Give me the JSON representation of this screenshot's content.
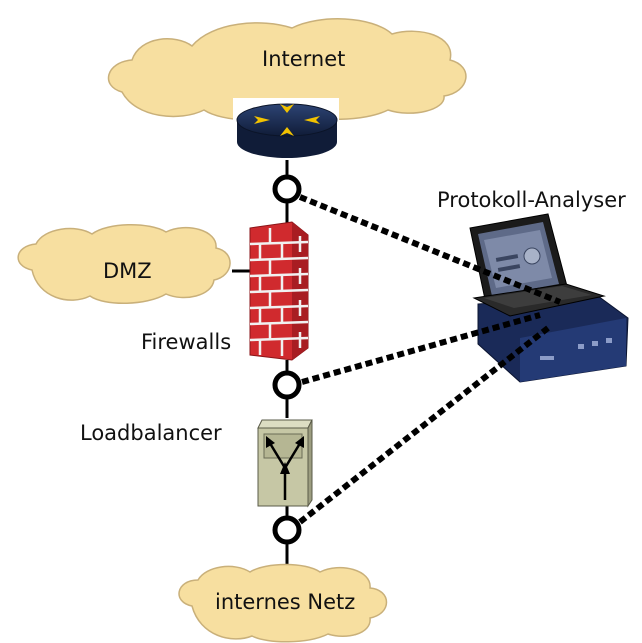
{
  "diagram": {
    "labels": {
      "internet": "Internet",
      "dmz": "DMZ",
      "firewalls": "Firewalls",
      "loadbalancer": "Loadbalancer",
      "internal_network": "internes Netz",
      "protocol_analyzer": "Protokoll-Analyser"
    },
    "nodes": [
      {
        "id": "internet-cloud",
        "type": "cloud"
      },
      {
        "id": "router",
        "type": "router-icon"
      },
      {
        "id": "tap-1",
        "type": "tap"
      },
      {
        "id": "dmz-cloud",
        "type": "cloud"
      },
      {
        "id": "firewall",
        "type": "brick-firewall-icon"
      },
      {
        "id": "tap-2",
        "type": "tap"
      },
      {
        "id": "loadbalancer",
        "type": "loadbalancer-icon"
      },
      {
        "id": "tap-3",
        "type": "tap"
      },
      {
        "id": "internal-cloud",
        "type": "cloud"
      },
      {
        "id": "protocol-analyzer",
        "type": "laptop-analyzer-icon"
      }
    ],
    "edges": [
      {
        "from": "router",
        "to": "tap-1",
        "style": "solid"
      },
      {
        "from": "tap-1",
        "to": "firewall",
        "style": "solid"
      },
      {
        "from": "dmz-cloud",
        "to": "firewall",
        "style": "solid"
      },
      {
        "from": "firewall",
        "to": "tap-2",
        "style": "solid"
      },
      {
        "from": "tap-2",
        "to": "loadbalancer",
        "style": "solid"
      },
      {
        "from": "loadbalancer",
        "to": "tap-3",
        "style": "solid"
      },
      {
        "from": "tap-3",
        "to": "internal-cloud",
        "style": "solid"
      },
      {
        "from": "tap-1",
        "to": "protocol-analyzer",
        "style": "dashed"
      },
      {
        "from": "tap-2",
        "to": "protocol-analyzer",
        "style": "dashed"
      },
      {
        "from": "tap-3",
        "to": "protocol-analyzer",
        "style": "dashed"
      }
    ],
    "colors": {
      "cloud_fill": "#F7DFA0",
      "cloud_stroke": "#C9B07A",
      "router_body": "#1C2F57",
      "router_arrows": "#F2C200",
      "firewall_brick": "#D02A2E",
      "firewall_mortar": "#F1F1F1",
      "loadbalancer_body": "#C6C7A5",
      "line": "#000000"
    }
  }
}
